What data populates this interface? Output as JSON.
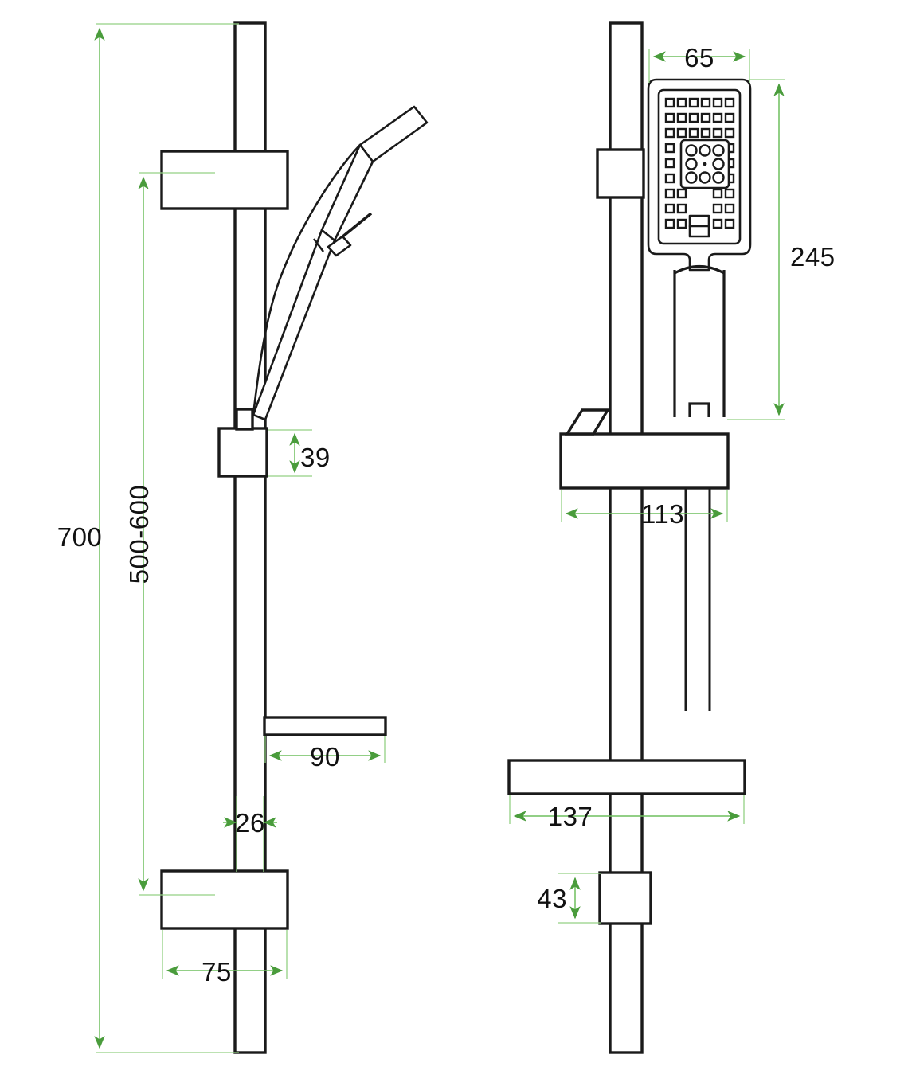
{
  "drawing": {
    "type": "technical-dimension-drawing",
    "subject": "shower slide rail set with handheld shower head",
    "units": "mm",
    "background_color": "#ffffff",
    "line_color": "#1a1a1a",
    "dimension_color": "#6fbf5e",
    "views": [
      {
        "id": "side-view",
        "label": "",
        "position": "left"
      },
      {
        "id": "front-view",
        "label": "",
        "position": "right"
      }
    ]
  },
  "dimensions": {
    "total_rail_height": "700",
    "slider_travel_range": "500-600",
    "slider_holder_height": "39",
    "shelf_depth": "90",
    "rail_depth": "26",
    "wall_bracket_width": "75",
    "shower_head_width": "65",
    "shower_head_length": "245",
    "slider_bracket_width": "113",
    "shelf_width": "137",
    "lower_bracket_height": "43"
  },
  "labels": {
    "d700": "700",
    "d500_600": "500-600",
    "d39": "39",
    "d90": "90",
    "d26": "26",
    "d75": "75",
    "d65": "65",
    "d245": "245",
    "d113": "113",
    "d137": "137",
    "d43": "43"
  }
}
